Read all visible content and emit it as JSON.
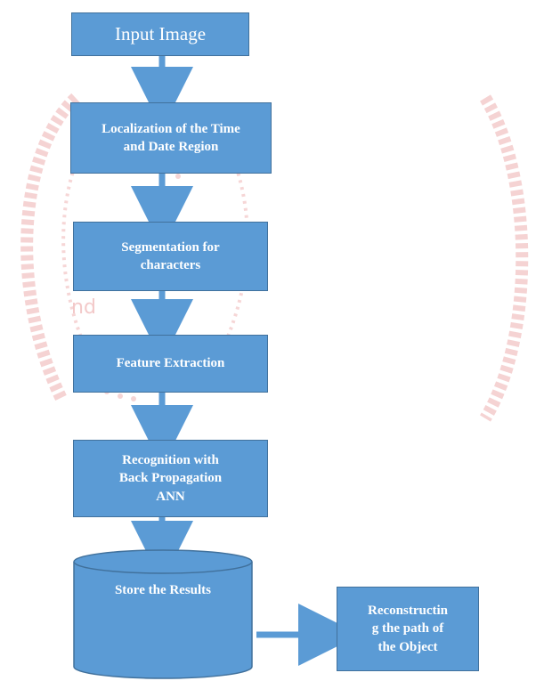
{
  "flowchart": {
    "colors": {
      "fill": "#5b9bd5",
      "stroke": "#41719c",
      "watermark": "#f2c4c4"
    },
    "nodes": {
      "input_image": "Input Image",
      "localization": "Localization of the Time\nand Date Region",
      "segmentation": "Segmentation for\ncharacters",
      "feature_extraction": "Feature Extraction",
      "recognition": "Recognition with\nBack Propagation\nANN",
      "store_results": "Store the Results",
      "reconstructing": "Reconstructin\ng the path of\nthe Object"
    },
    "watermark_text": [
      "nd"
    ]
  }
}
